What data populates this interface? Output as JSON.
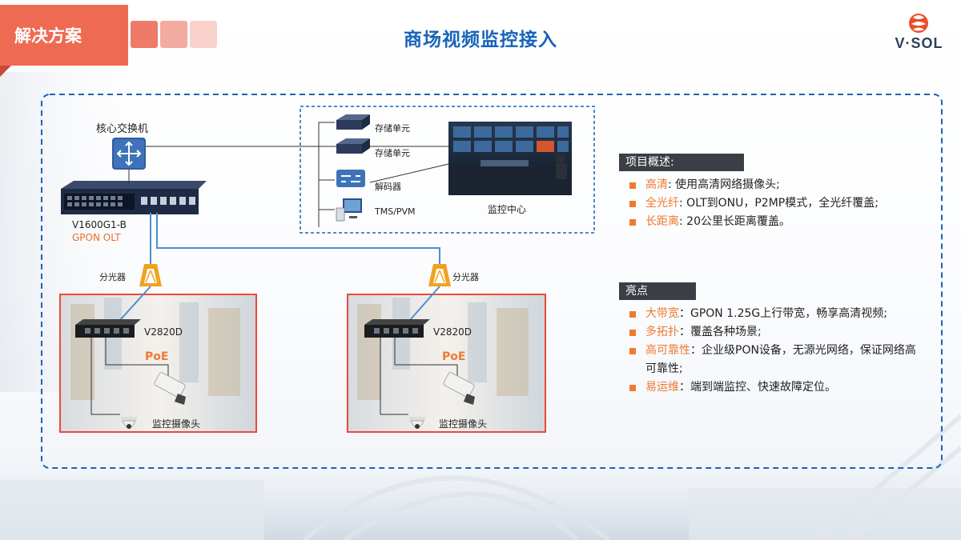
{
  "header": {
    "tag_label": "解决方案",
    "title": "商场视频监控接入",
    "logo_text": "V·SOL"
  },
  "colors": {
    "accent_blue": "#1763b8",
    "accent_orange": "#ef7a30",
    "tag_red": "#ef6a52",
    "frame_red": "#e84a3a"
  },
  "diagram": {
    "core_switch": "核心交换机",
    "olt_model": "V1600G1-B",
    "olt_type": "GPON OLT",
    "center_items": [
      "存储单元",
      "存储单元",
      "解码器",
      "TMS/PVM"
    ],
    "monitor_center": "监控中心",
    "splitter": "分光器",
    "onu_model": "V2820D",
    "poe": "PoE",
    "camera": "监控摄像头"
  },
  "overview": {
    "heading": "项目概述:",
    "items": [
      {
        "key": "高清",
        "sep": ": ",
        "text": "使用高清网络摄像头;"
      },
      {
        "key": "全光纤",
        "sep": ": ",
        "text": "OLT到ONU，P2MP模式，全光纤覆盖;"
      },
      {
        "key": "长距离",
        "sep": ": ",
        "text": "20公里长距离覆盖。"
      }
    ]
  },
  "highlights": {
    "heading": "亮点",
    "items": [
      {
        "key": "大带宽",
        "sep": "：",
        "text": "GPON 1.25G上行带宽，畅享高清视频;"
      },
      {
        "key": "多拓扑",
        "sep": "：",
        "text": "覆盖各种场景;"
      },
      {
        "key": "高可靠性",
        "sep": "：",
        "text": "企业级PON设备，无源光网络，保证网络高可靠性;"
      },
      {
        "key": "易运维",
        "sep": "：",
        "text": "端到端监控、快速故障定位。"
      }
    ]
  }
}
